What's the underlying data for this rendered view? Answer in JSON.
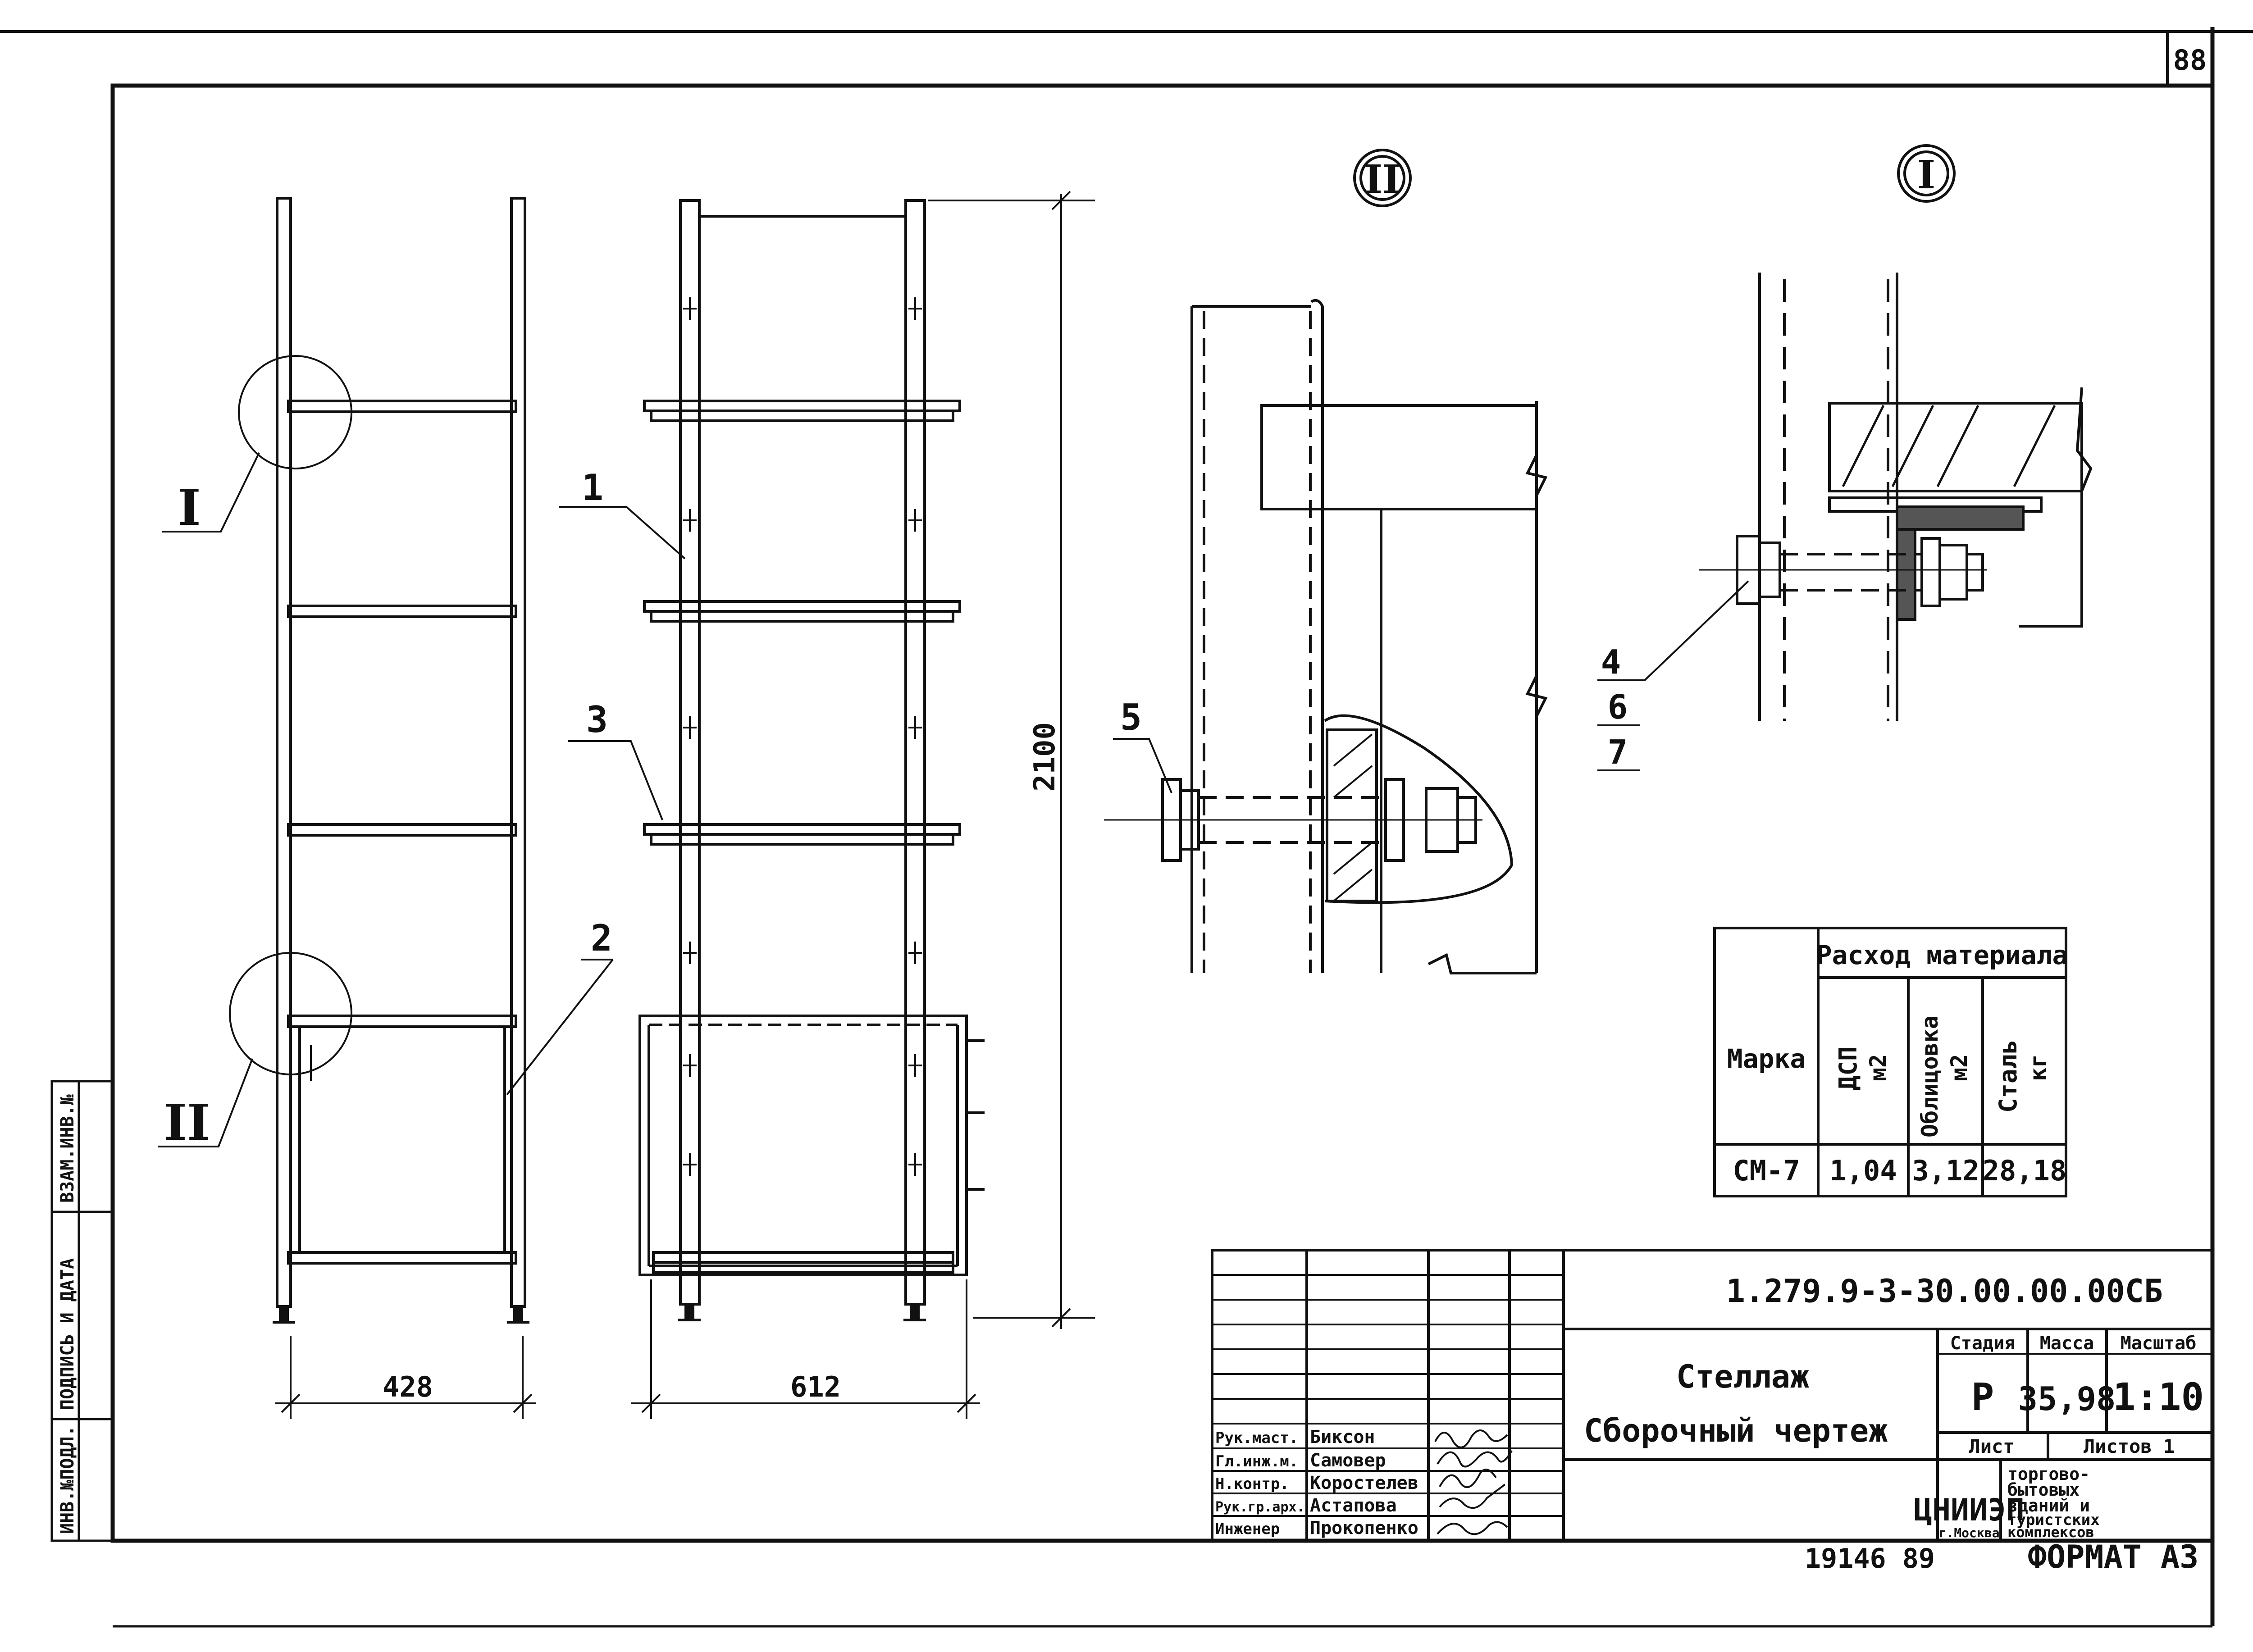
{
  "sheet": {
    "page_number": "88",
    "format_label": "ФОРМАТ А3",
    "archive_number": "19146  89"
  },
  "side_stamp": {
    "inv_no_podl": "ИНВ.№ПОДЛ.",
    "podpis_data": "ПОДПИСЬ И ДАТА",
    "vzam_inv": "ВЗАМ.ИНВ.№"
  },
  "drawing": {
    "callout_I": "I",
    "callout_II": "II",
    "detail_label_I": "I",
    "detail_label_II": "II",
    "dim_width_side": "428",
    "dim_width_front": "612",
    "dim_height": "2100",
    "pos_1": "1",
    "pos_2": "2",
    "pos_3": "3",
    "pos_4": "4",
    "pos_5": "5",
    "pos_6": "6",
    "pos_7": "7"
  },
  "materials_table": {
    "col_mark": "Марка",
    "col_group": "Расход материала",
    "col_dsp": "ДСП",
    "col_dsp_unit": "м2",
    "col_oblits": "Облицовка",
    "col_oblits_unit": "м2",
    "col_steel": "Сталь",
    "col_steel_unit": "кг",
    "row_mark": "СМ-7",
    "row_dsp": "1,04",
    "row_oblits": "3,12",
    "row_steel": "28,18"
  },
  "title_block": {
    "designation": "1.279.9-3-30.00.00.00СБ",
    "title_line1": "Стеллаж",
    "title_line2": "Сборочный чертеж",
    "stage_label": "Стадия",
    "mass_label": "Масса",
    "scale_label": "Масштаб",
    "stage_value": "Р",
    "mass_value": "35,98",
    "scale_value": "1:10",
    "sheet_label": "Лист",
    "sheets_label": "Листов 1",
    "org_logo": "ЦНИИЭП",
    "org_city": "г.Москва",
    "org_name_1": "торгово-",
    "org_name_2": "бытовых",
    "org_name_3": "зданий и",
    "org_name_4": "туристских",
    "org_name_5": "комплексов",
    "roles": [
      {
        "role": "Рук.маст.",
        "name": "Биксон"
      },
      {
        "role": "Гл.инж.м.",
        "name": "Самовер"
      },
      {
        "role": "Н.контр.",
        "name": "Коростелев"
      },
      {
        "role": "Рук.гр.арх.",
        "name": "Астапова"
      },
      {
        "role": "Инженер",
        "name": "Прокопенко"
      }
    ]
  }
}
